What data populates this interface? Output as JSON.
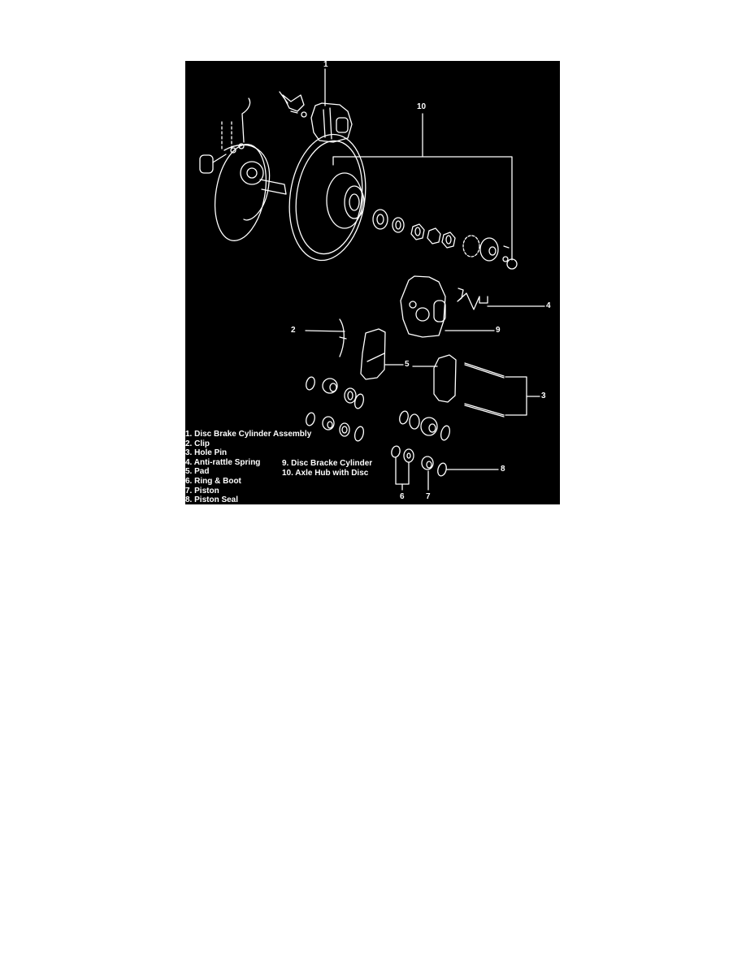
{
  "figure": {
    "background_color": "#000000",
    "line_color": "#ffffff",
    "callouts": [
      {
        "id": "1",
        "label": "1"
      },
      {
        "id": "10",
        "label": "10"
      },
      {
        "id": "4",
        "label": "4"
      },
      {
        "id": "2",
        "label": "2"
      },
      {
        "id": "9",
        "label": "9"
      },
      {
        "id": "5",
        "label": "5"
      },
      {
        "id": "3",
        "label": "3"
      },
      {
        "id": "8",
        "label": "8"
      },
      {
        "id": "6",
        "label": "6"
      },
      {
        "id": "7",
        "label": "7"
      }
    ],
    "legend_left": [
      "1. Disc Brake Cylinder Assembly",
      "2. Clip",
      "3. Hole Pin",
      "4. Anti-rattle Spring",
      "5. Pad",
      "6. Ring & Boot",
      "7. Piston",
      "8. Piston Seal"
    ],
    "legend_right": [
      "9. Disc Bracke Cylinder",
      "10. Axle Hub with Disc"
    ]
  }
}
